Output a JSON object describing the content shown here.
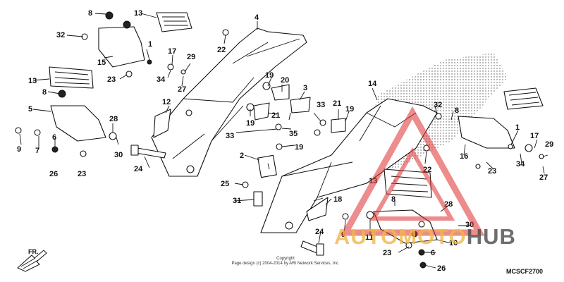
{
  "diagram": {
    "code": "MCSCF2700",
    "copyright_lines": [
      "Copyright",
      "Page design (c) 2004-2014 by ARI Network Services, Inc."
    ],
    "direction_label": "FR.",
    "watermark_text_1": "AUTOMOTO",
    "watermark_text_2": "HUB",
    "callouts": [
      "8",
      "13",
      "4",
      "32",
      "1",
      "15",
      "17",
      "29",
      "22",
      "34",
      "23",
      "27",
      "13",
      "8",
      "19",
      "20",
      "3",
      "5",
      "12",
      "28",
      "21",
      "21",
      "33",
      "19",
      "9",
      "7",
      "6",
      "33",
      "35",
      "19",
      "14",
      "30",
      "24",
      "32",
      "8",
      "26",
      "23",
      "2",
      "19",
      "1",
      "17",
      "16",
      "22",
      "23",
      "34",
      "29",
      "27",
      "25",
      "31",
      "18",
      "13",
      "28",
      "9",
      "11",
      "8",
      "24",
      "30",
      "23",
      "10",
      "26",
      "6"
    ]
  }
}
